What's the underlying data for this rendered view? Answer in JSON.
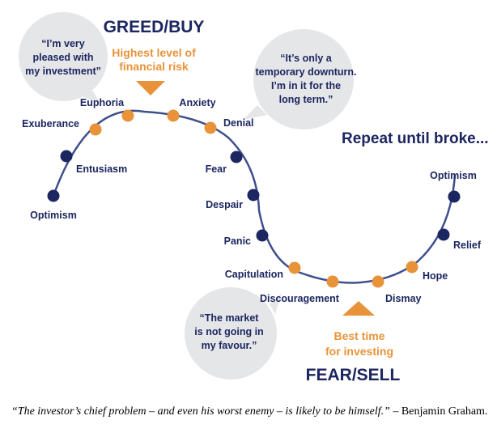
{
  "titles": {
    "greed": "GREED/BUY",
    "fear": "FEAR/SELL",
    "repeat": "Repeat until broke..."
  },
  "annotations": {
    "top_risk": [
      "Highest level of",
      "financial risk"
    ],
    "best_time": [
      "Best time",
      "for investing"
    ]
  },
  "bubbles": {
    "pleased": [
      "“I’m very",
      "pleased with",
      "my investment”"
    ],
    "downturn": [
      "“It’s only a",
      "temporary downturn.",
      "I’m in it for the",
      "long term.”"
    ],
    "market": [
      "“The market",
      "is  not going in",
      "my favour.”"
    ]
  },
  "stages": [
    {
      "label": "Optimism",
      "color": "navy"
    },
    {
      "label": "Entusiasm",
      "color": "navy"
    },
    {
      "label": "Exuberance",
      "color": "orange"
    },
    {
      "label": "Euphoria",
      "color": "orange"
    },
    {
      "label": "Anxiety",
      "color": "orange"
    },
    {
      "label": "Denial",
      "color": "orange"
    },
    {
      "label": "Fear",
      "color": "navy"
    },
    {
      "label": "Despair",
      "color": "navy"
    },
    {
      "label": "Panic",
      "color": "navy"
    },
    {
      "label": "Capitulation",
      "color": "orange"
    },
    {
      "label": "Discouragement",
      "color": "orange"
    },
    {
      "label": "Dismay",
      "color": "orange"
    },
    {
      "label": "Hope",
      "color": "orange"
    },
    {
      "label": "Relief",
      "color": "navy"
    },
    {
      "label": "Optimism",
      "color": "navy"
    }
  ],
  "colors": {
    "navy": "#1c2660",
    "orange": "#e8933a",
    "line": "#3f4f8c",
    "bubble": "#e5e6e8"
  },
  "quote": {
    "text": "“The investor’s chief problem – and even his worst enemy – is likely to be himself.”",
    "attribution": " – Benjamin Graham."
  }
}
